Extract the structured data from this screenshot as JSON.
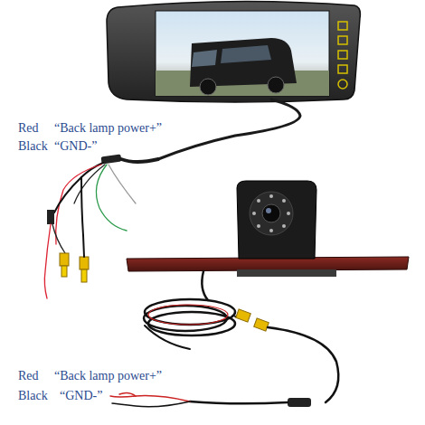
{
  "diagram": {
    "labels": [
      "Red",
      "“Back lamp power+”",
      "Black",
      "“GND-”",
      "Red",
      "“Back lamp power+”",
      "Black",
      "“GND-”"
    ]
  }
}
